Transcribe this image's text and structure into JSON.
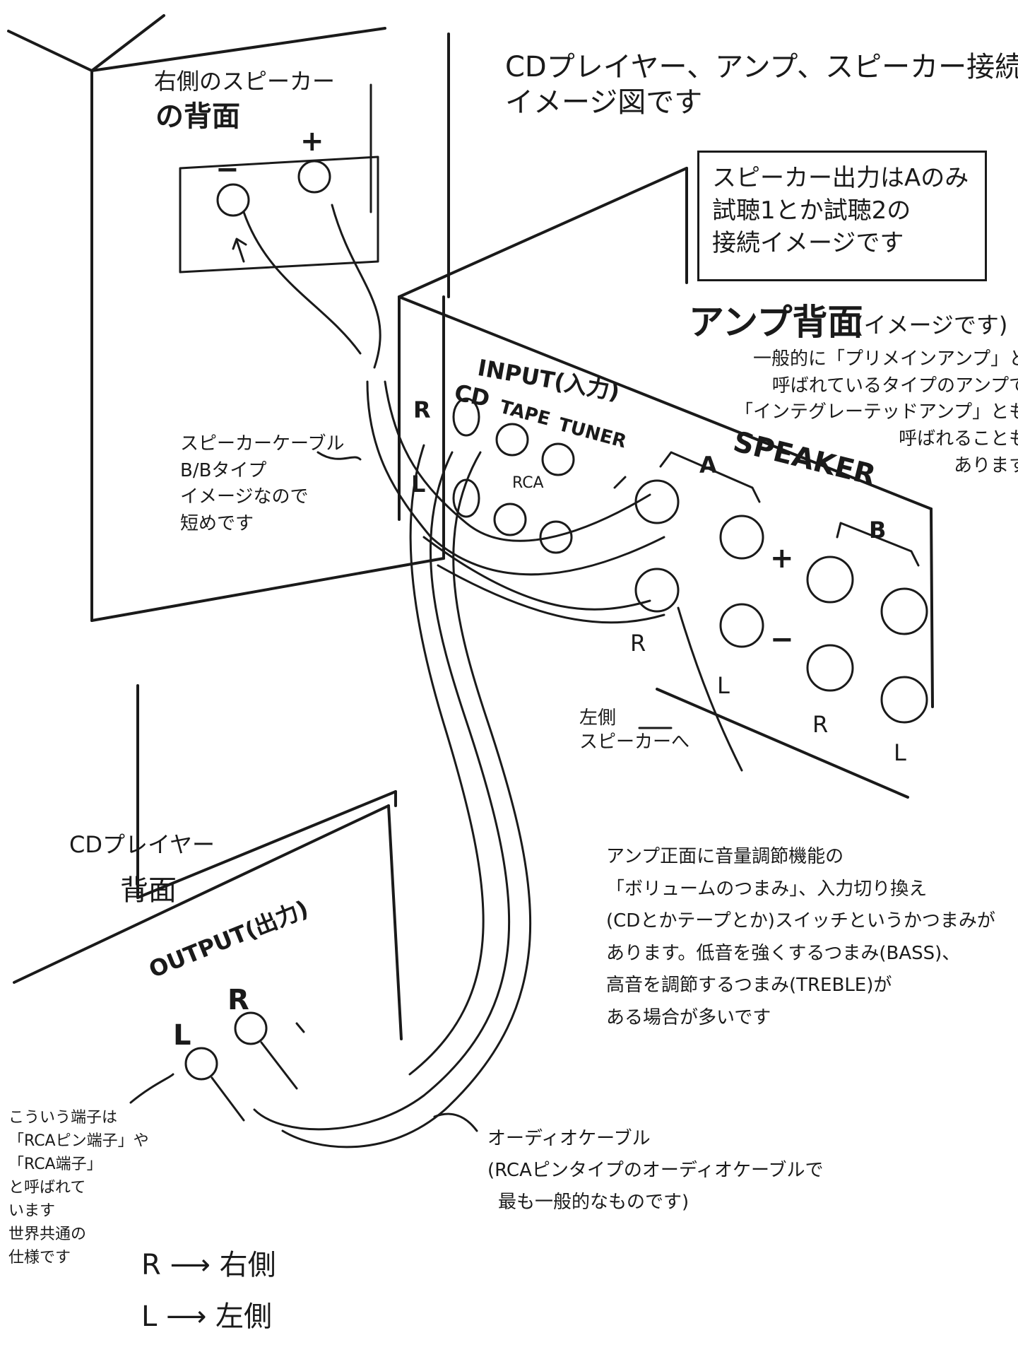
{
  "title_line1": "CDプレイヤー、アンプ、スピーカー接続の",
  "title_line2": "イメージ図です",
  "note_box": "スピーカー出力はAのみ\n試聴1とか試聴2の\n接続イメージです",
  "speaker_back_label_1": "右側のスピーカー",
  "speaker_back_label_2": "の背面",
  "speaker_minus": "−",
  "speaker_plus": "+",
  "amp_back_title": "アンプ背面",
  "amp_back_paren": "(イメージです)",
  "amp_desc": "一般的に「プリメインアンプ」と\n呼ばれているタイプのアンプで\n「インテグレーテッドアンプ」とも\n呼ばれることも\nあります",
  "input_label": "INPUT(入力)",
  "cd_label": "CD",
  "tape_label": "TAPE",
  "tuner_label": "TUNER",
  "rca_label": "RCA",
  "in_r": "R",
  "in_l": "L",
  "speaker_title": "SPEAKER",
  "speaker_a": "A",
  "speaker_b": "B",
  "amp_plus": "+",
  "amp_minus": "−",
  "a_r": "R",
  "a_l": "L",
  "b_r": "R",
  "b_l": "L",
  "left_speaker_note": "左側\nスピーカーへ",
  "cable_note": "スピーカーケーブル\nB/Bタイプ\nイメージなので\n短めです",
  "cd_back_1": "CDプレイヤー",
  "cd_back_2": "背面",
  "output_label": "OUTPUT(出力)",
  "out_l": "L",
  "out_r": "R",
  "amp_front_note": "アンプ正面に音量調節機能の\n「ボリュームのつまみ」、入力切り換え\n(CDとかテープとか)スイッチというかつまみが\nあります。低音を強くするつまみ(BASS)、\n高音を調節するつまみ(TREBLE)が\nある場合が多いです",
  "rca_note": "こういう端子は\n「RCAピン端子」や\n「RCA端子」\nと呼ばれて\nいます\n世界共通の\n仕様です",
  "audio_cable_1": "オーディオケーブル",
  "audio_cable_2": "(RCAピンタイプのオーディオケーブルで",
  "audio_cable_3": "最も一般的なものです)",
  "legend_r": "R ⟶ 右側",
  "legend_l": "L ⟶ 左側"
}
